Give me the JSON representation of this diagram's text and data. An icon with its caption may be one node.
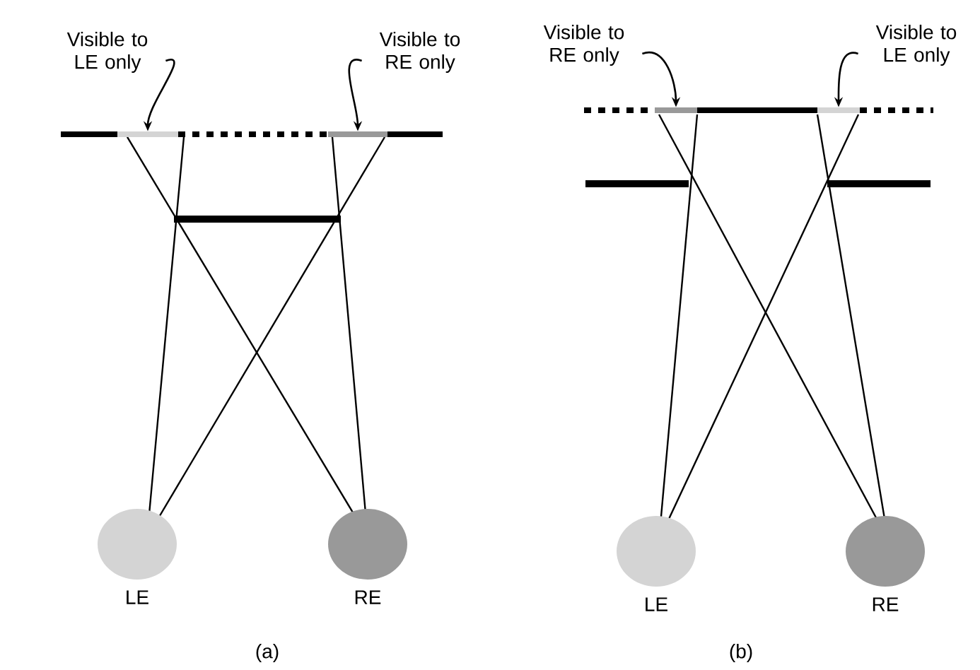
{
  "diagram": {
    "nodes": [
      {
        "text": [
          "Visible to LE only"
        ]
      },
      {
        "text": [
          "Visible to RE only"
        ]
      },
      {
        "text": [],
        "shape": "bar"
      },
      {
        "text": [],
        "shape": "bar"
      },
      {
        "text": [
          "LE"
        ]
      },
      {
        "text": [
          "RE"
        ]
      },
      {
        "text": [
          "Visible to RE only"
        ]
      },
      {
        "text": [
          "Visible to LE only"
        ]
      },
      {
        "text": [],
        "shape": "bar"
      },
      {
        "text": [],
        "shape": "bar"
      },
      {
        "text": [
          "LE"
        ]
      },
      {
        "text": [
          "RE"
        ]
      }
    ],
    "edges": [
      {
        "from": 0,
        "to": 2,
        "arrow": "to"
      },
      {
        "from": 1,
        "to": 3,
        "arrow": "to"
      },
      {
        "from": 6,
        "to": 8,
        "arrow": "to"
      },
      {
        "from": 7,
        "to": 9,
        "arrow": "to"
      }
    ],
    "labels": [
      "(a)",
      "(b)"
    ]
  }
}
